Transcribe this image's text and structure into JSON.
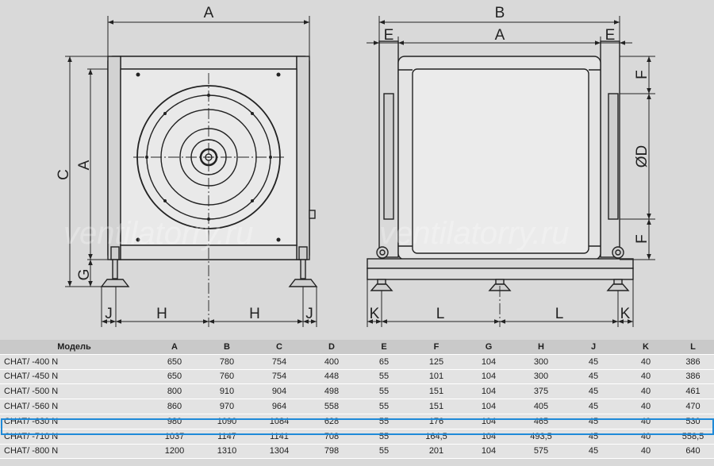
{
  "watermark": "ventilatorry.ru",
  "dimension_labels": {
    "A": "A",
    "B": "B",
    "C": "C",
    "D": "ØD",
    "E": "E",
    "F": "F",
    "G": "G",
    "H": "H",
    "J": "J",
    "K": "K",
    "L": "L"
  },
  "table": {
    "headers": [
      "Модель",
      "A",
      "B",
      "C",
      "D",
      "E",
      "F",
      "G",
      "H",
      "J",
      "K",
      "L"
    ],
    "rows": [
      [
        "CHAT/ -400 N",
        "650",
        "780",
        "754",
        "400",
        "65",
        "125",
        "104",
        "300",
        "45",
        "40",
        "386"
      ],
      [
        "CHAT/ -450 N",
        "650",
        "760",
        "754",
        "448",
        "55",
        "101",
        "104",
        "300",
        "45",
        "40",
        "386"
      ],
      [
        "CHAT/ -500 N",
        "800",
        "910",
        "904",
        "498",
        "55",
        "151",
        "104",
        "375",
        "45",
        "40",
        "461"
      ],
      [
        "CHAT/ -560 N",
        "860",
        "970",
        "964",
        "558",
        "55",
        "151",
        "104",
        "405",
        "45",
        "40",
        "470"
      ],
      [
        "CHAT/ -630 N",
        "980",
        "1090",
        "1084",
        "628",
        "55",
        "176",
        "104",
        "465",
        "45",
        "40",
        "530"
      ],
      [
        "CHAT/ -710 N",
        "1037",
        "1147",
        "1141",
        "708",
        "55",
        "164,5",
        "104",
        "493,5",
        "45",
        "40",
        "558,5"
      ],
      [
        "CHAT/ -800 N",
        "1200",
        "1310",
        "1304",
        "798",
        "55",
        "201",
        "104",
        "575",
        "45",
        "40",
        "640"
      ]
    ],
    "highlighted_row": 4,
    "highlight_color": "#1f8ad8"
  }
}
